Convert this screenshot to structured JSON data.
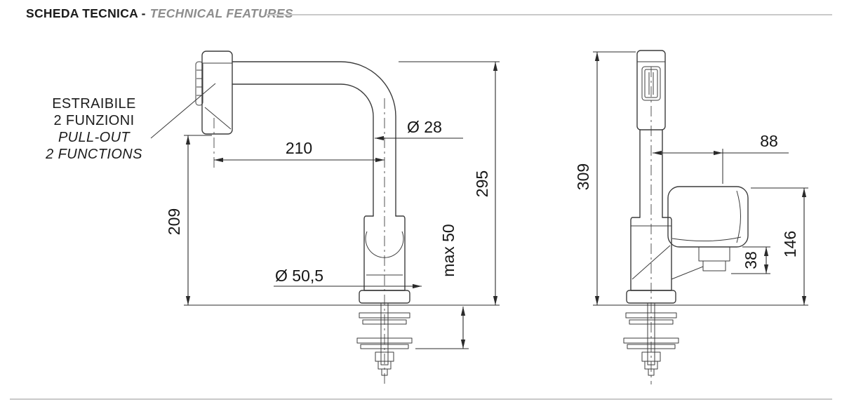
{
  "header": {
    "title": "SCHEDA TECNICA -",
    "subtitle": "TECHNICAL FEATURES"
  },
  "callout": {
    "lines": [
      "ESTRAIBILE",
      "2 FUNZIONI",
      "PULL-OUT",
      "2 FUNCTIONS"
    ]
  },
  "side_view": {
    "dims": {
      "spout_reach": "210",
      "spout_diameter": "Ø 28",
      "total_height": "295",
      "spout_height": "209",
      "base_diameter": "Ø 50,5",
      "max_counter_thickness": "max 50"
    }
  },
  "front_view": {
    "dims": {
      "total_height": "309",
      "handle_reach": "88",
      "handle_boss_height": "38",
      "handle_top_height": "146"
    }
  },
  "colors": {
    "line": "#3c3c3c",
    "dimension": "#2b2b2b",
    "rule": "#c9c9c9",
    "subtitle": "#8d8d8d"
  }
}
